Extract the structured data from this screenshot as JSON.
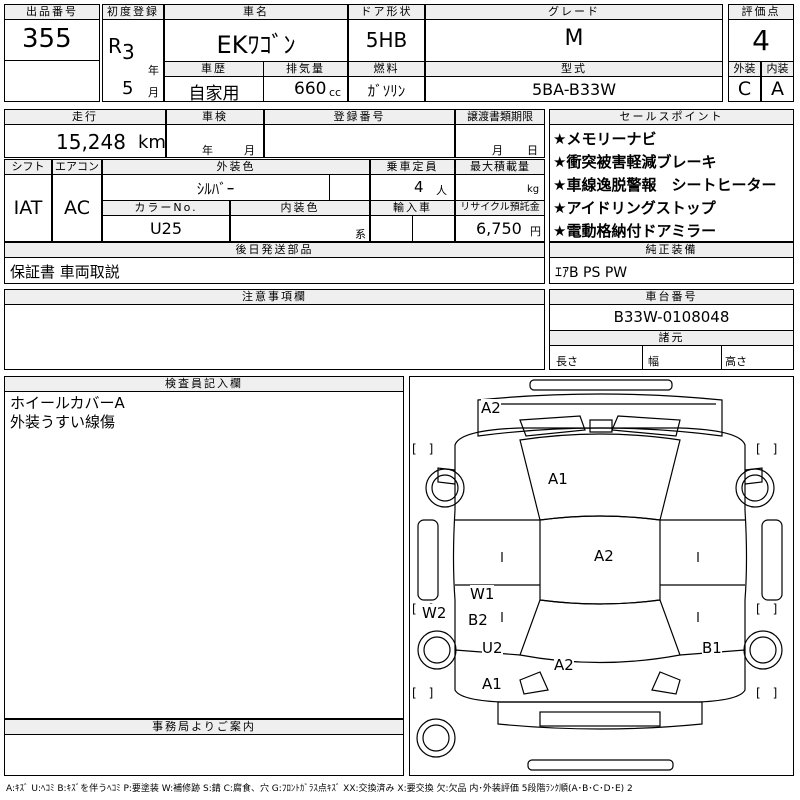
{
  "header": {
    "lot_no_label": "出品番号",
    "lot_no": "355",
    "first_reg_label": "初度登録",
    "era": "R",
    "year_num": "3",
    "year_unit": "年",
    "month_num": "5",
    "month_unit": "月",
    "car_name_label": "車名",
    "car_name": "EKﾜｺﾞﾝ",
    "history_label": "車歴",
    "history": "自家用",
    "displacement_label": "排気量",
    "displacement": "660",
    "displacement_unit": "cc",
    "door_label": "ドア形状",
    "door": "5HB",
    "fuel_label": "燃料",
    "fuel": "ｶﾞｿﾘﾝ",
    "grade_label": "グレード",
    "grade": "M",
    "model_label": "型式",
    "model": "5BA-B33W",
    "score_label": "評価点",
    "score": "4",
    "exterior_label": "外装",
    "exterior": "C",
    "interior_label": "内装",
    "interior": "A"
  },
  "row2": {
    "mileage_label": "走行",
    "mileage": "15,248",
    "mileage_unit": "km",
    "inspection_label": "車検",
    "inspection_year_unit": "年",
    "inspection_month_unit": "月",
    "reg_no_label": "登録番号",
    "transfer_label": "譲渡書類期限",
    "transfer_month_unit": "月",
    "transfer_day_unit": "日",
    "shift_label": "シフト",
    "shift": "IAT",
    "ac_label": "エアコン",
    "ac": "AC",
    "ext_color_label": "外装色",
    "ext_color": "ｼﾙﾊﾞｰ",
    "capacity_label": "乗車定員",
    "capacity": "4",
    "capacity_unit": "人",
    "max_load_label": "最大積載量",
    "max_load_unit": "kg",
    "color_no_label": "カラーNo.",
    "color_no": "U25",
    "int_color_label": "内装色",
    "int_color_unit": "系",
    "import_label": "輸入車",
    "recycle_label": "リサイクル預託金",
    "recycle": "6,750",
    "recycle_unit": "円"
  },
  "sales_points": {
    "label": "セールスポイント",
    "items": [
      "★メモリーナビ",
      "★衝突被害軽減ブレーキ",
      "★車線逸脱警報　シートヒーター",
      "★アイドリングストップ",
      "★電動格納付ドアミラー"
    ]
  },
  "parts": {
    "label": "後日発送部品",
    "value": "保証書 車両取説"
  },
  "equipment": {
    "label": "純正装備",
    "value": "ｴｱB PS PW"
  },
  "notes": {
    "label": "注意事項欄"
  },
  "chassis": {
    "label": "車台番号",
    "value": "B33W-0108048",
    "dims_label": "諸元",
    "length_label": "長さ",
    "width_label": "幅",
    "height_label": "高さ"
  },
  "inspector": {
    "label": "検査員記入欄",
    "lines": [
      "ホイールカバーA",
      "外装うすい線傷"
    ]
  },
  "office": {
    "label": "事務局よりご案内"
  },
  "damage_marks": {
    "hood_corner": "A2",
    "roof": "A1",
    "center": "A2",
    "fender_w1": "W1",
    "rear_wheel_w2": "W2",
    "quarter_b2": "B2",
    "quarter_u2": "U2",
    "rear_right_b1": "B1",
    "tail_a2": "A2",
    "tail_a1": "A1",
    "bracket": "[　]"
  },
  "legend": "A:ｷｽﾞ U:ﾍｺﾐ B:ｷｽﾞを伴うﾍｺﾐ P:要塗装 W:補修跡 S:錆 C:腐食、穴 G:ﾌﾛﾝﾄｶﾞﾗｽ点ｷｽﾞ XX:交換済み X:要交換 欠:欠品 内･外装評価 5段階ﾗﾝｸ順(A･B･C･D･E) 2"
}
